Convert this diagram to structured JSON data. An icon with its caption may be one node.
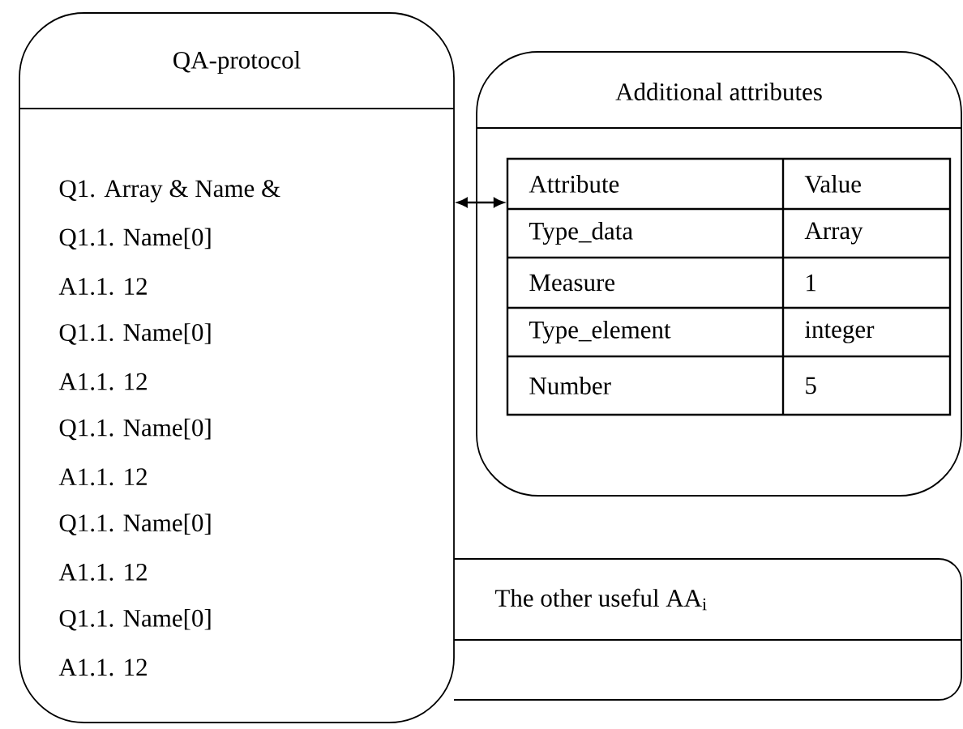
{
  "diagram": {
    "nodes": [
      {
        "text": [
          "QA-protocol",
          "Q1. Array & Name &",
          "Q1.1. Name[0]",
          "A1.1. 12",
          "Q1.1. Name[0]",
          "A1.1. 12",
          "Q1.1. Name[0]",
          "A1.1. 12",
          "Q1.1. Name[0]",
          "A1.1. 12",
          "Q1.1. Name[0]",
          "A1.1. 12"
        ]
      },
      {
        "text": [
          "Additional attributes"
        ]
      },
      {
        "text": [
          "Attribute",
          "Value",
          "Type_data",
          "Array",
          "Measure",
          "1",
          "Type_element",
          "integer",
          "Number",
          "5"
        ],
        "in": 1
      },
      {
        "text": [
          "The other useful AA$_{i}$"
        ]
      }
    ],
    "edges": [
      {
        "from": 0,
        "to": 2,
        "arrow": "both"
      }
    ]
  }
}
